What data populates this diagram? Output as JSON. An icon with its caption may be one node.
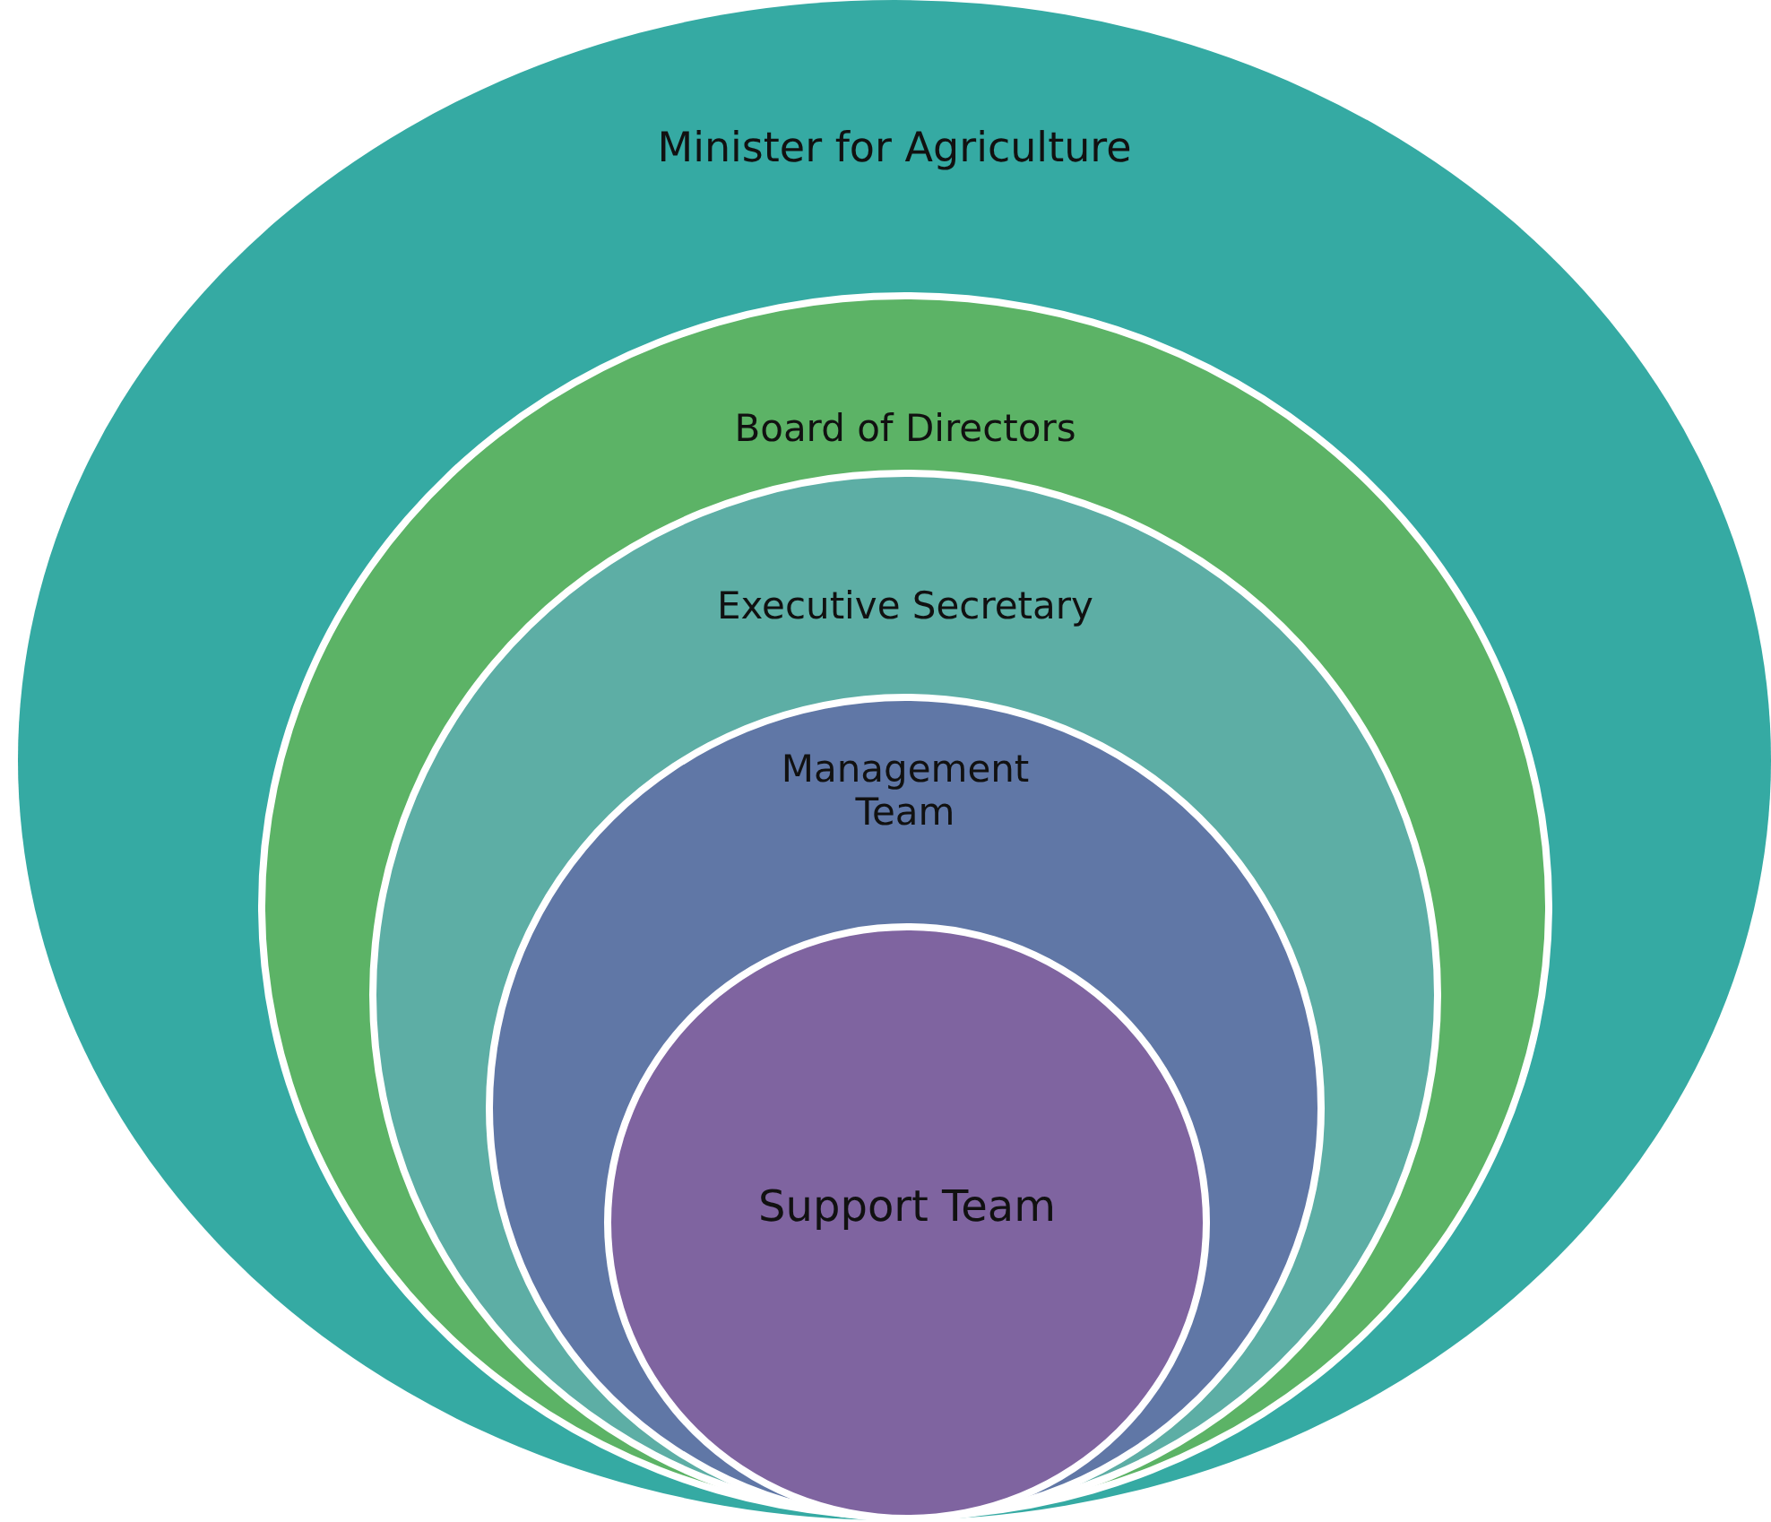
{
  "diagram": {
    "nodes": [
      {
        "text": [
          "Minister for Agriculture"
        ]
      },
      {
        "text": [
          "Board of Directors"
        ],
        "in": 0
      },
      {
        "text": [
          "Executive Secretary"
        ],
        "in": 1
      },
      {
        "text": [
          "Management Team"
        ],
        "in": 2
      },
      {
        "text": [
          "Support Team"
        ],
        "in": 3
      }
    ]
  }
}
